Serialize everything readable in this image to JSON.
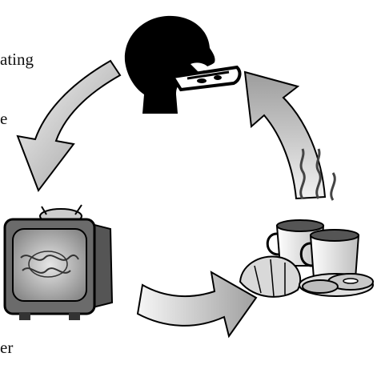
{
  "diagram": {
    "labels": {
      "top": "ating",
      "left_small": "e",
      "bottom": "er"
    },
    "nodes": [
      {
        "id": "eating",
        "icon": "person-eating-pizza-icon"
      },
      {
        "id": "tv",
        "icon": "television-icon"
      },
      {
        "id": "breakfast",
        "icon": "coffee-and-pastries-icon"
      }
    ],
    "arrows": [
      {
        "from": "eating",
        "to": "tv",
        "icon": "curved-arrow-icon"
      },
      {
        "from": "tv",
        "to": "breakfast",
        "icon": "curved-arrow-icon"
      },
      {
        "from": "breakfast",
        "to": "eating",
        "icon": "curved-arrow-icon"
      }
    ],
    "colors": {
      "ink": "#000000",
      "arrow_fill_light": "#f4f4f4",
      "arrow_fill_dark": "#9a9a9a"
    }
  }
}
